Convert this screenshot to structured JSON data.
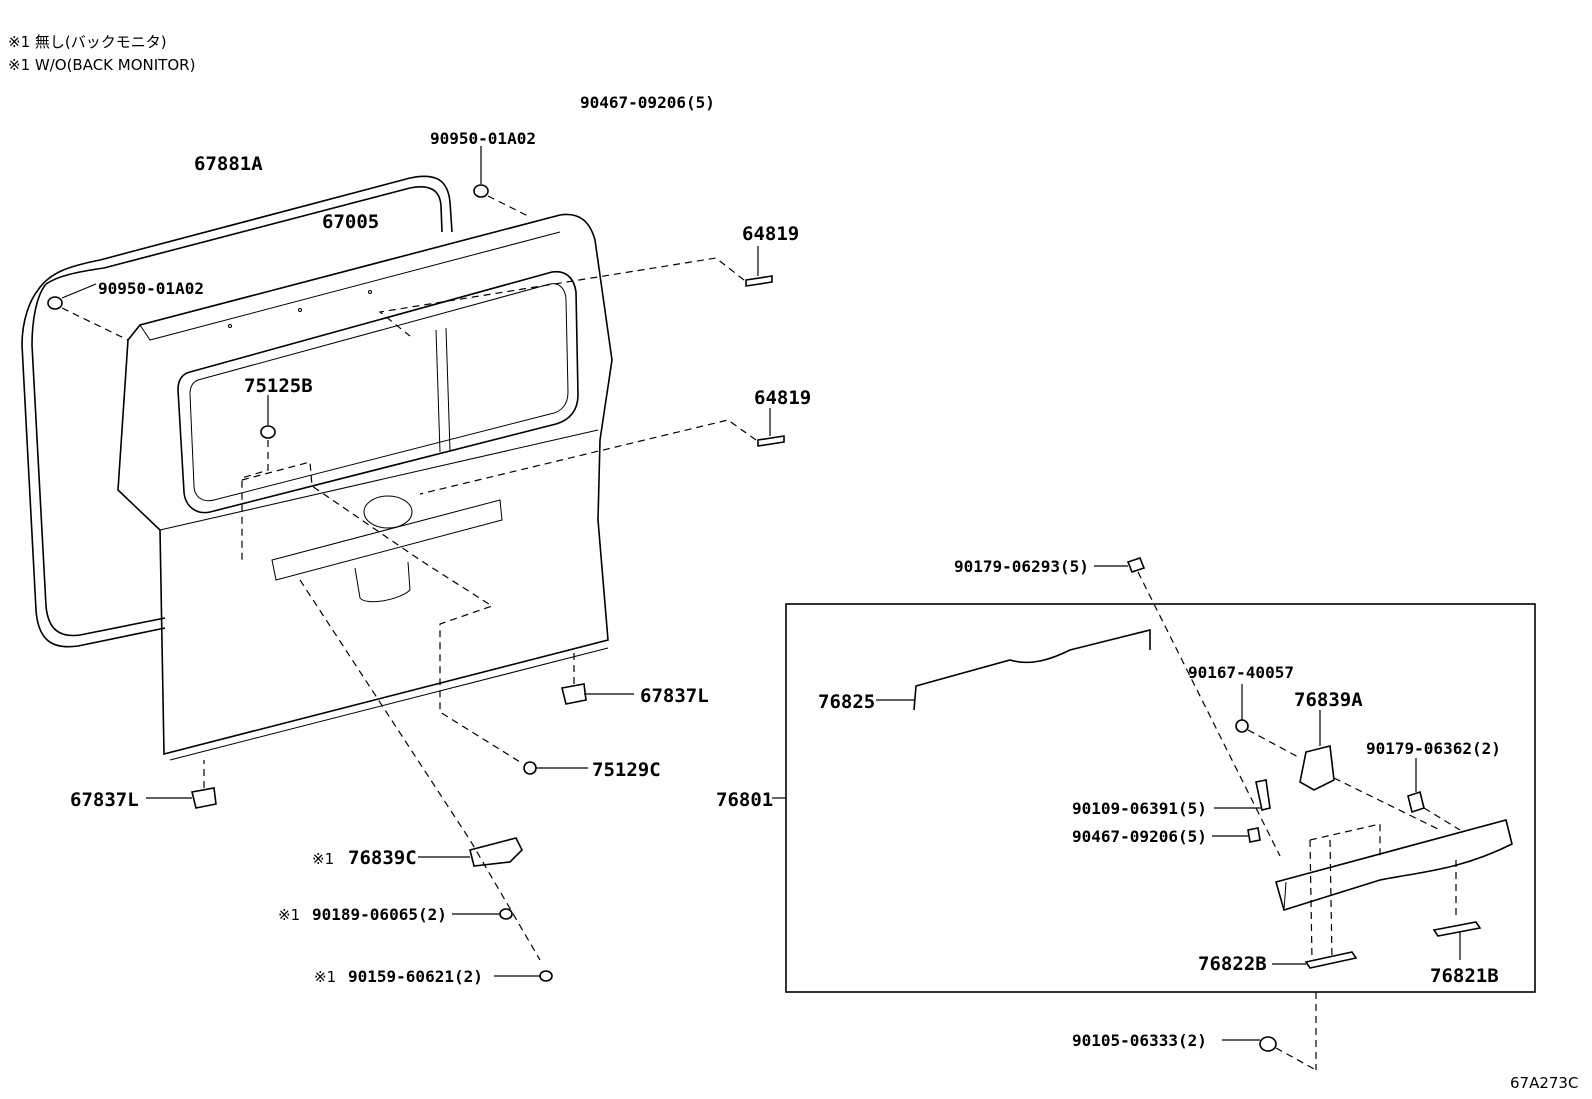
{
  "notes": [
    "※1 無し(バックモニタ)",
    "※1 W/O(BACK MONITOR)"
  ],
  "catalog_code": "67A273C",
  "parts": {
    "p90467_top": "90467-09206(5)",
    "p90950_top": "90950-01A02",
    "p67881A": "67881A",
    "p67005": "67005",
    "p64819_a": "64819",
    "p90950_left": "90950-01A02",
    "p75125B": "75125B",
    "p64819_b": "64819",
    "p90179_06293": "90179-06293(5)",
    "p67837L_right": "67837L",
    "p76825": "76825",
    "p90167": "90167-40057",
    "p76839A": "76839A",
    "p90179_06362": "90179-06362(2)",
    "p75129C": "75129C",
    "p76801": "76801",
    "p67837L_left": "67837L",
    "p90109": "90109-06391(5)",
    "p90467_box": "90467-09206(5)",
    "p76839C": "76839C",
    "p90189": "90189-06065(2)",
    "p90159": "90159-60621(2)",
    "p76822B": "76822B",
    "p76821B": "76821B",
    "p90105": "90105-06333(2)"
  },
  "markers": {
    "m76839C": "※1",
    "m90189": "※1",
    "m90159": "※1"
  }
}
